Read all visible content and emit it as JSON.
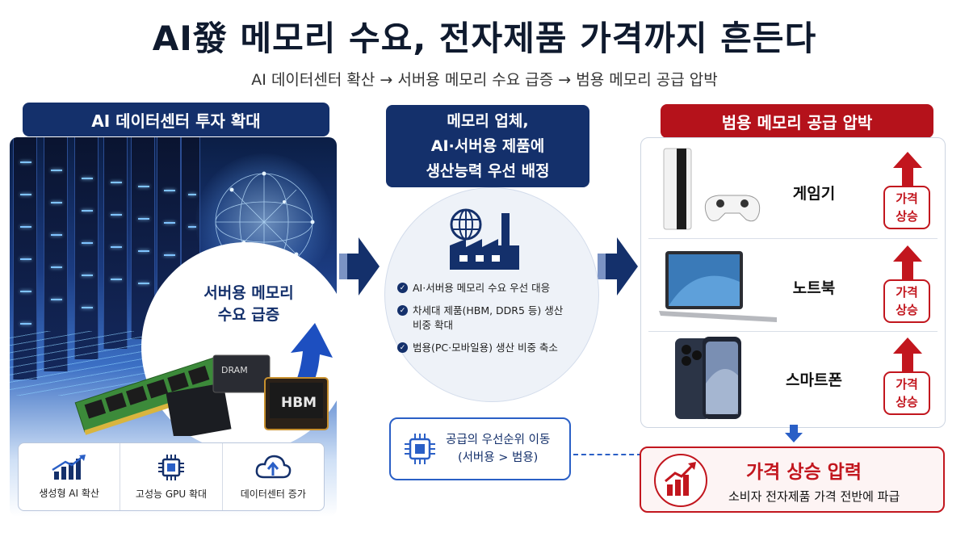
{
  "title": "AI發 메모리 수요, 전자제품 가격까지 흔든다",
  "subtitle": "AI 데이터센터 확산 → 서버용 메모리 수요 급증 → 범용 메모리 공급 압박",
  "left": {
    "header": "AI 데이터센터 투자 확대",
    "oval_text_line1": "서버용 메모리",
    "oval_text_line2": "수요 급증",
    "chip_dram_label": "DRAM",
    "chip_hbm_label": "HBM",
    "bottom_items": [
      {
        "icon": "bar-chart-up-icon",
        "label": "생성형 AI 확산"
      },
      {
        "icon": "gpu-chip-icon",
        "label": "고성능 GPU 확대"
      },
      {
        "icon": "cloud-upload-icon",
        "label": "데이터센터 증가"
      }
    ]
  },
  "middle": {
    "header_line1": "메모리 업체,",
    "header_line2": "AI·서버용 제품에",
    "header_line3": "생산능력 우선 배정",
    "icon": "factory-globe-icon",
    "checks": [
      "AI·서버용 메모리 수요 우선 대응",
      "차세대 제품(HBM, DDR5 등) 생산 비중 확대",
      "범용(PC·모바일용) 생산 비중 축소"
    ],
    "priority_line1": "공급의 우선순위 이동",
    "priority_line2": "(서버용 > 범용)"
  },
  "right": {
    "header": "범용 메모리 공급 압박",
    "devices": [
      {
        "label": "게임기",
        "icon": "game-console-icon",
        "badge_line1": "가격",
        "badge_line2": "상승"
      },
      {
        "label": "노트북",
        "icon": "laptop-icon",
        "badge_line1": "가격",
        "badge_line2": "상승"
      },
      {
        "label": "스마트폰",
        "icon": "smartphone-icon",
        "badge_line1": "가격",
        "badge_line2": "상승"
      }
    ],
    "pressure_title": "가격 상승 압력",
    "pressure_sub": "소비자 전자제품 가격 전반에 파급"
  },
  "colors": {
    "navy": "#14306b",
    "red": "#c2161e",
    "blue_accent": "#2a5fc6"
  }
}
